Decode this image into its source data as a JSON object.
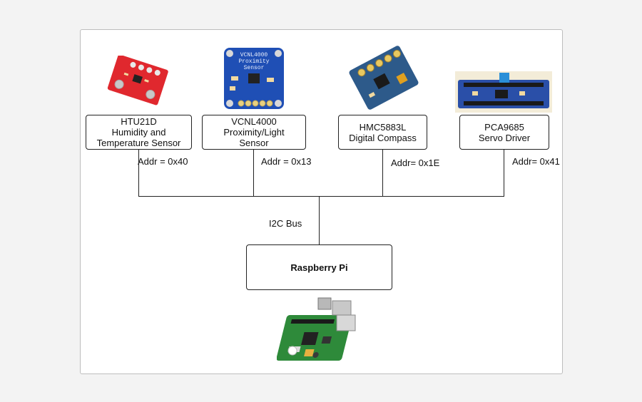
{
  "sensors": [
    {
      "name": "HTU21D\nHumidity and\nTemperature Sensor",
      "addr": "Addr = 0x40",
      "image": "htu21d-board-image"
    },
    {
      "name": "VCNL4000\nProximity/Light\nSensor",
      "addr": "Addr = 0x13",
      "image": "vcnl4000-board-image"
    },
    {
      "name": "HMC5883L\nDigital Compass",
      "addr": "Addr= 0x1E",
      "image": "hmc5883l-board-image"
    },
    {
      "name": "PCA9685\nServo Driver",
      "addr": "Addr= 0x41",
      "image": "pca9685-board-image"
    }
  ],
  "bus_label": "I2C Bus",
  "host": {
    "name": "Raspberry Pi",
    "image": "raspberry-pi-board-image"
  },
  "board_silkscreen": {
    "vcnl": "VCNL4000\nProximity\nSensor"
  },
  "colors": {
    "htu_board": "#e0282e",
    "vcnl_board": "#1f4fb5",
    "hmc_board": "#2d5a8a",
    "pca_board": "#2a4fa8",
    "rpi_board": "#2e8a3a"
  }
}
